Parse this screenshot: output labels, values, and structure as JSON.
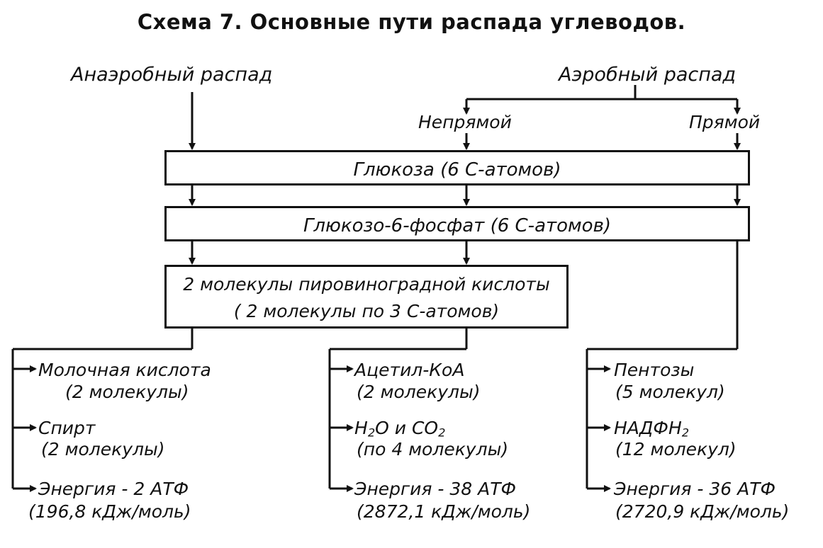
{
  "title": "Схема 7. Основные пути распада углеводов.",
  "top": {
    "anaerobic": "Анаэробный распад",
    "aerobic": "Аэробный распад",
    "indirect": "Непрямой",
    "direct": "Прямой"
  },
  "boxes": {
    "glucose": "Глюкоза (6 С-атомов)",
    "g6p": "Глюкозо-6-фосфат (6 С-атомов)",
    "pyruvate_line1": "2 молекулы пировиноградной кислоты",
    "pyruvate_line2": "( 2 молекулы по 3 С-атомов)"
  },
  "anaerobic_products": {
    "lactic": "Молочная кислота",
    "lactic_qty": "(2 молекулы)",
    "alcohol": "Спирт",
    "alcohol_qty": "(2 молекулы)",
    "energy": "Энергия - 2 АТФ",
    "energy_value": "(196,8 кДж/моль)"
  },
  "indirect_products": {
    "acetyl": "Ацетил-КоА",
    "acetyl_qty": "(2 молекулы)",
    "h2o_co2_a": "H",
    "h2o_co2_sub1": "2",
    "h2o_co2_b": "O и CO",
    "h2o_co2_sub2": "2",
    "h2o_co2_qty": "(по 4 молекулы)",
    "energy": "Энергия - 38 АТФ",
    "energy_value": "(2872,1 кДж/моль)"
  },
  "direct_products": {
    "pentoses": "Пентозы",
    "pentoses_qty": "(5 молекул)",
    "nadph_a": "НАДФН",
    "nadph_sub": "2",
    "nadph_qty": "(12 молекул)",
    "energy": "Энергия - 36 АТФ",
    "energy_value": "(2720,9 кДж/моль)"
  },
  "colors": {
    "ink": "#111111",
    "paper": "#ffffff"
  }
}
